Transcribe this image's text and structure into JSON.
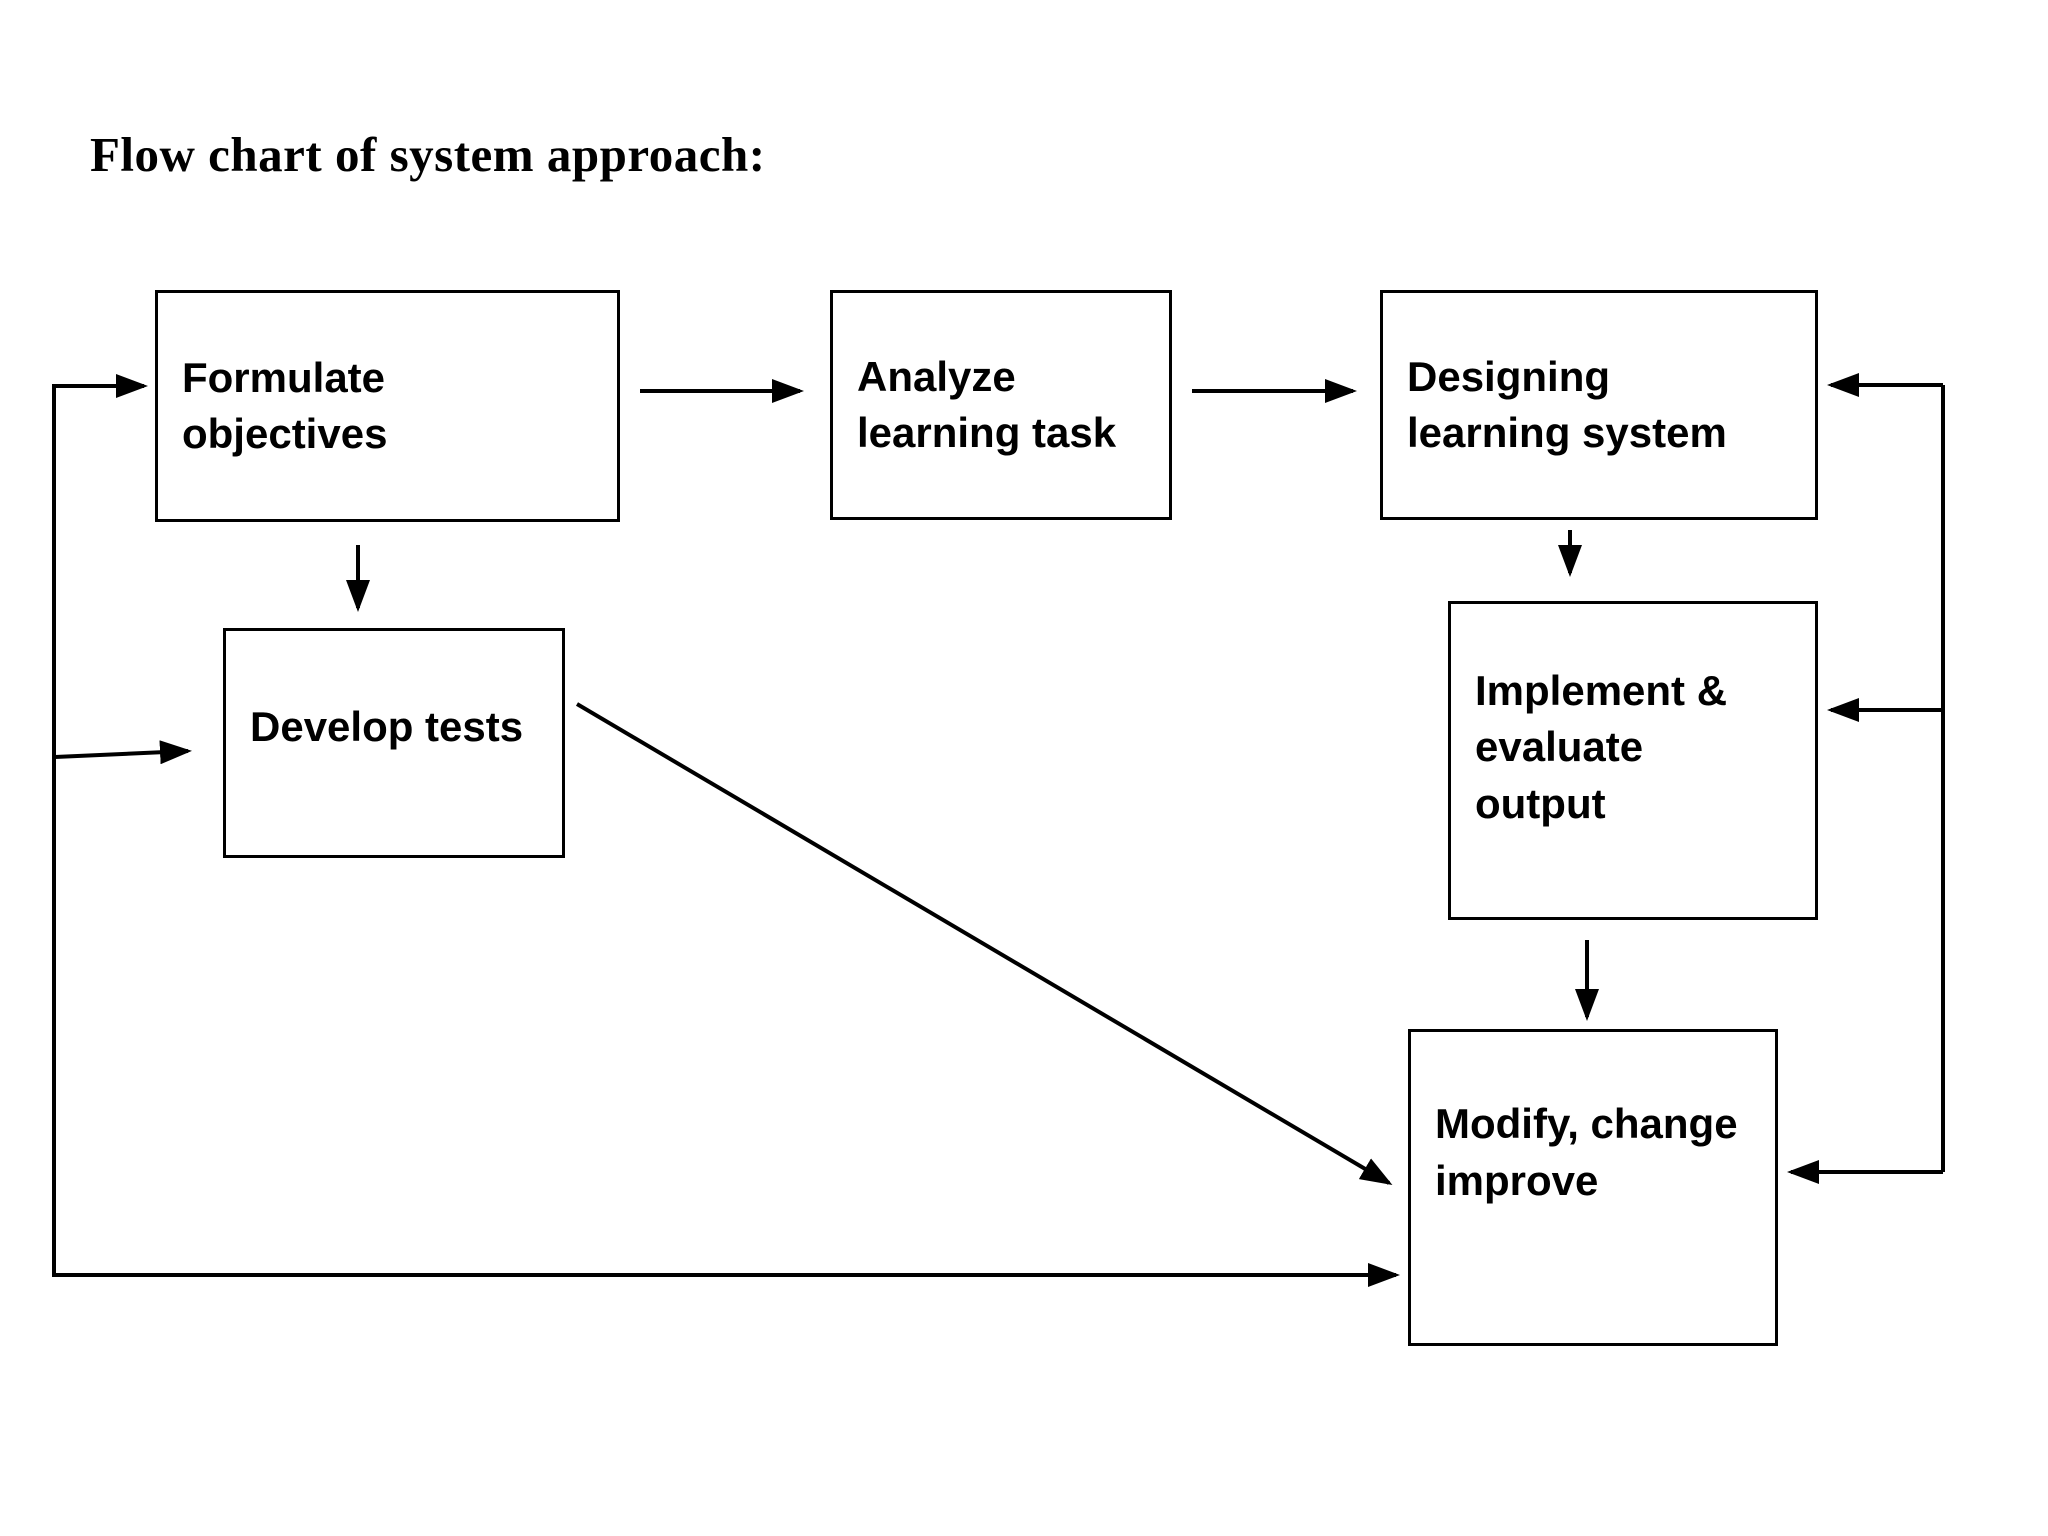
{
  "title": "Flow chart of system approach:",
  "diagram": {
    "nodes": [
      {
        "id": "formulate-objectives",
        "label": "Formulate\nobjectives"
      },
      {
        "id": "analyze-learning-task",
        "label": "Analyze\nlearning task"
      },
      {
        "id": "designing-learning-system",
        "label": "Designing\nlearning system"
      },
      {
        "id": "develop-tests",
        "label": "Develop tests"
      },
      {
        "id": "implement-evaluate-output",
        "label": "Implement &\nevaluate\noutput"
      },
      {
        "id": "modify-change-improve",
        "label": "Modify, change\nimprove"
      }
    ],
    "edges": [
      {
        "from": "formulate-objectives",
        "to": "analyze-learning-task"
      },
      {
        "from": "analyze-learning-task",
        "to": "designing-learning-system"
      },
      {
        "from": "formulate-objectives",
        "to": "develop-tests"
      },
      {
        "from": "designing-learning-system",
        "to": "implement-evaluate-output"
      },
      {
        "from": "implement-evaluate-output",
        "to": "modify-change-improve"
      },
      {
        "from": "develop-tests",
        "to": "modify-change-improve"
      },
      {
        "from": "feedback-line-left",
        "to": "formulate-objectives"
      },
      {
        "from": "feedback-line-left",
        "to": "develop-tests"
      },
      {
        "from": "feedback-line-left",
        "to": "modify-change-improve"
      },
      {
        "from": "feedback-line-right",
        "to": "designing-learning-system"
      },
      {
        "from": "feedback-line-right",
        "to": "implement-evaluate-output"
      },
      {
        "from": "feedback-line-right",
        "to": "modify-change-improve"
      }
    ]
  },
  "colors": {
    "background": "#ffffff",
    "line": "#000000",
    "text": "#000000"
  }
}
